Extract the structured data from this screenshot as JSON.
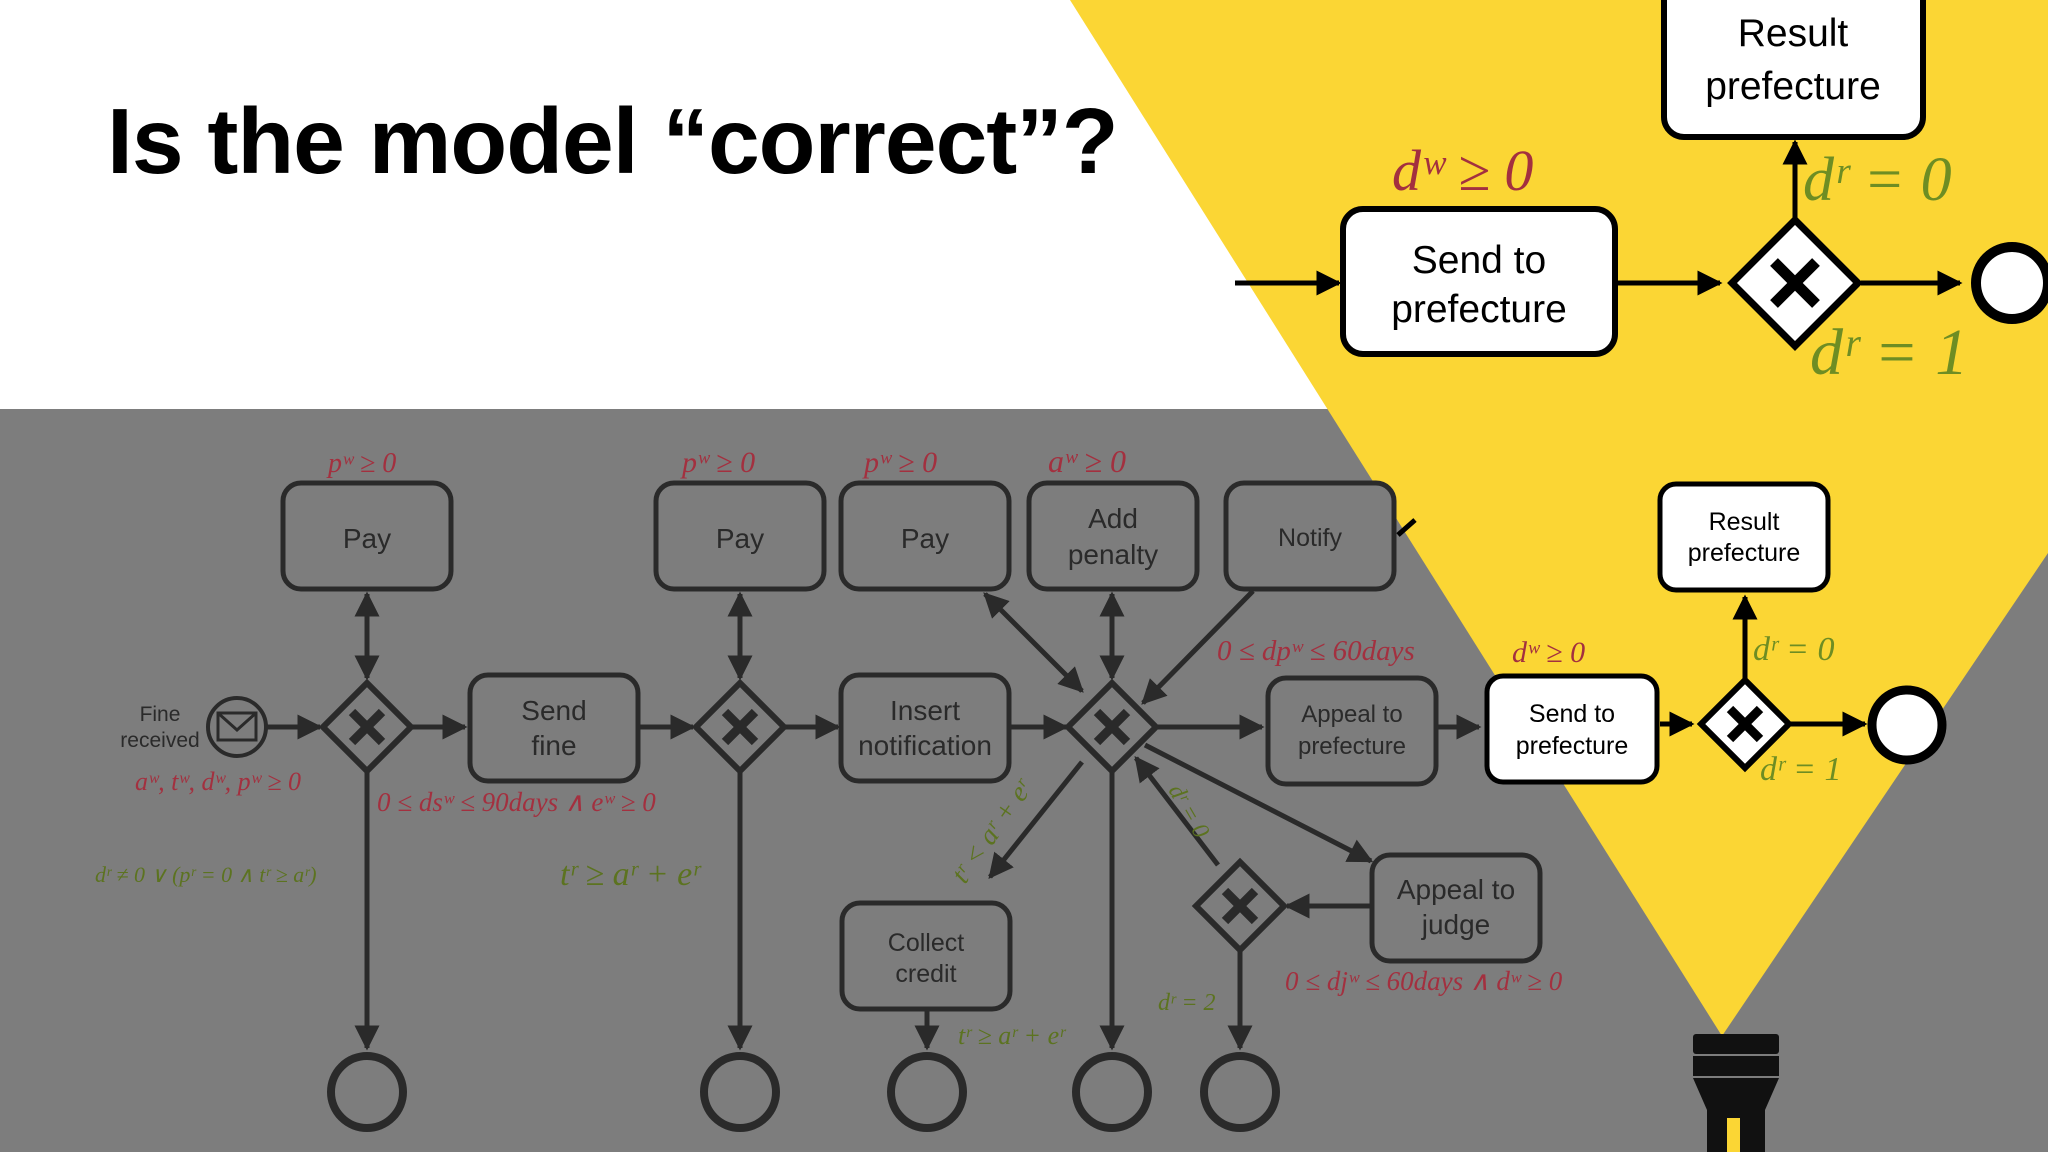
{
  "slide": {
    "title": "Is the model “correct”?"
  },
  "diagram": {
    "start_event": {
      "line1": "Fine",
      "line2": "received"
    },
    "tasks": {
      "pay1": "Pay",
      "pay2": "Pay",
      "pay3": "Pay",
      "add_penalty": {
        "line1": "Add",
        "line2": "penalty"
      },
      "notify": "Notify",
      "send_fine": {
        "line1": "Send",
        "line2": "fine"
      },
      "insert_notification": {
        "line1": "Insert",
        "line2": "notification"
      },
      "appeal_prefecture": {
        "line1": "Appeal to",
        "line2": "prefecture"
      },
      "send_prefecture": {
        "line1": "Send to",
        "line2": "prefecture"
      },
      "result_prefecture": {
        "line1": "Result",
        "line2": "prefecture"
      },
      "appeal_judge": {
        "line1": "Appeal to",
        "line2": "judge"
      },
      "collect_credit": {
        "line1": "Collect",
        "line2": "credit"
      }
    },
    "conditions": {
      "pay1": "pʷ ≥ 0",
      "pay2": "pʷ ≥ 0",
      "pay3": "pʷ ≥ 0",
      "add_penalty": "aʷ ≥ 0",
      "start": "aʷ, tʷ, dʷ, pʷ ≥ 0",
      "send_fine_out": "0 ≤ dsʷ ≤ 90days ∧ eʷ ≥ 0",
      "end1_guard": "dʳ ≠ 0 ∨ (pʳ = 0 ∧ tʳ ≥ aʳ)",
      "end2_guard": "tʳ ≥ aʳ + eʳ",
      "collect_guard": "tʳ < aʳ + eʳ",
      "end4_guard": "tʳ ≥ aʳ + eʳ",
      "judge_guard": "dʳ = 0",
      "end5_guard": "dʳ = 2",
      "notify_guard": "0 ≤ dpʷ ≤ 60days",
      "send_prefecture": "dʷ ≥ 0",
      "result_branch": "dʳ = 0",
      "end_branch": "dʳ = 1",
      "judge_out": "0 ≤ djʷ ≤ 60days ∧ dʷ ≥ 0"
    },
    "zoom": {
      "send_prefecture": {
        "line1": "Send to",
        "line2": "prefecture"
      },
      "result_prefecture": {
        "line1": "Result",
        "line2": "prefecture"
      },
      "cond_send": "dʷ ≥ 0",
      "cond_result": "dʳ = 0",
      "cond_end": "dʳ = 1"
    }
  },
  "colors": {
    "gray_overlay": "#7d7d7d",
    "spotlight": "#fbd634",
    "condition_red": "#a3303f",
    "condition_green": "#6e8d23",
    "flashlight": "#111111"
  },
  "icons": [
    "envelope-icon",
    "gateway-x-icon",
    "flashlight-icon"
  ]
}
